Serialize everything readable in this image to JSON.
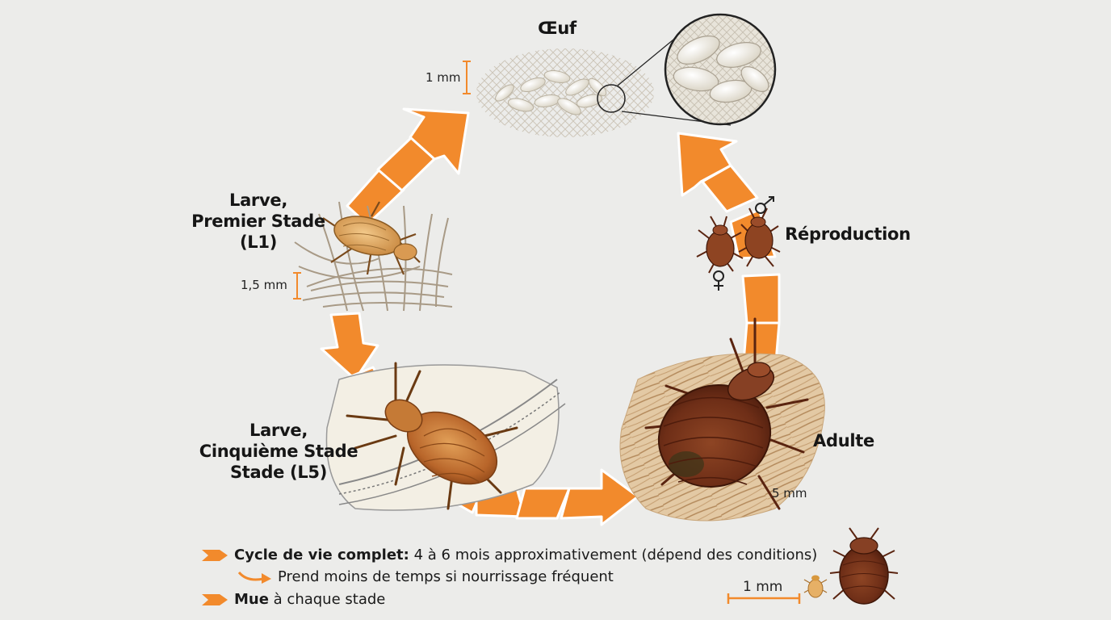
{
  "stages": {
    "oeuf": {
      "label": "Œuf",
      "size": "1 mm"
    },
    "l1": {
      "label_lines": [
        "Larve,",
        "Premier Stade",
        "(L1)"
      ],
      "size": "1,5 mm"
    },
    "l5": {
      "label_lines": [
        "Larve,",
        "Cinquième Stade",
        "Stade (L5)"
      ]
    },
    "adulte": {
      "label": "Adulte",
      "size": "5 mm"
    },
    "reproduction": {
      "label": "Réproduction"
    }
  },
  "legend": {
    "cycle_title": "Cycle de vie complet:",
    "cycle_text": "4 à 6 mois approximativement (dépend des conditions)",
    "cycle_note": "Prend moins de temps si nourrissage fréquent",
    "mue_title": "Mue",
    "mue_text": "à chaque stade"
  },
  "scale_bar": {
    "label": "1 mm"
  },
  "colors": {
    "arrow": "#f28a2c",
    "arrow_dark": "#e07318",
    "bug_adult": "#7a3a1e",
    "bug_nymph": "#c9782e",
    "egg": "#f1eee5",
    "background": "#ececea"
  },
  "icons": [
    "male-symbol-icon",
    "female-symbol-icon",
    "chevron-arrow-icon",
    "curved-arrow-icon"
  ]
}
